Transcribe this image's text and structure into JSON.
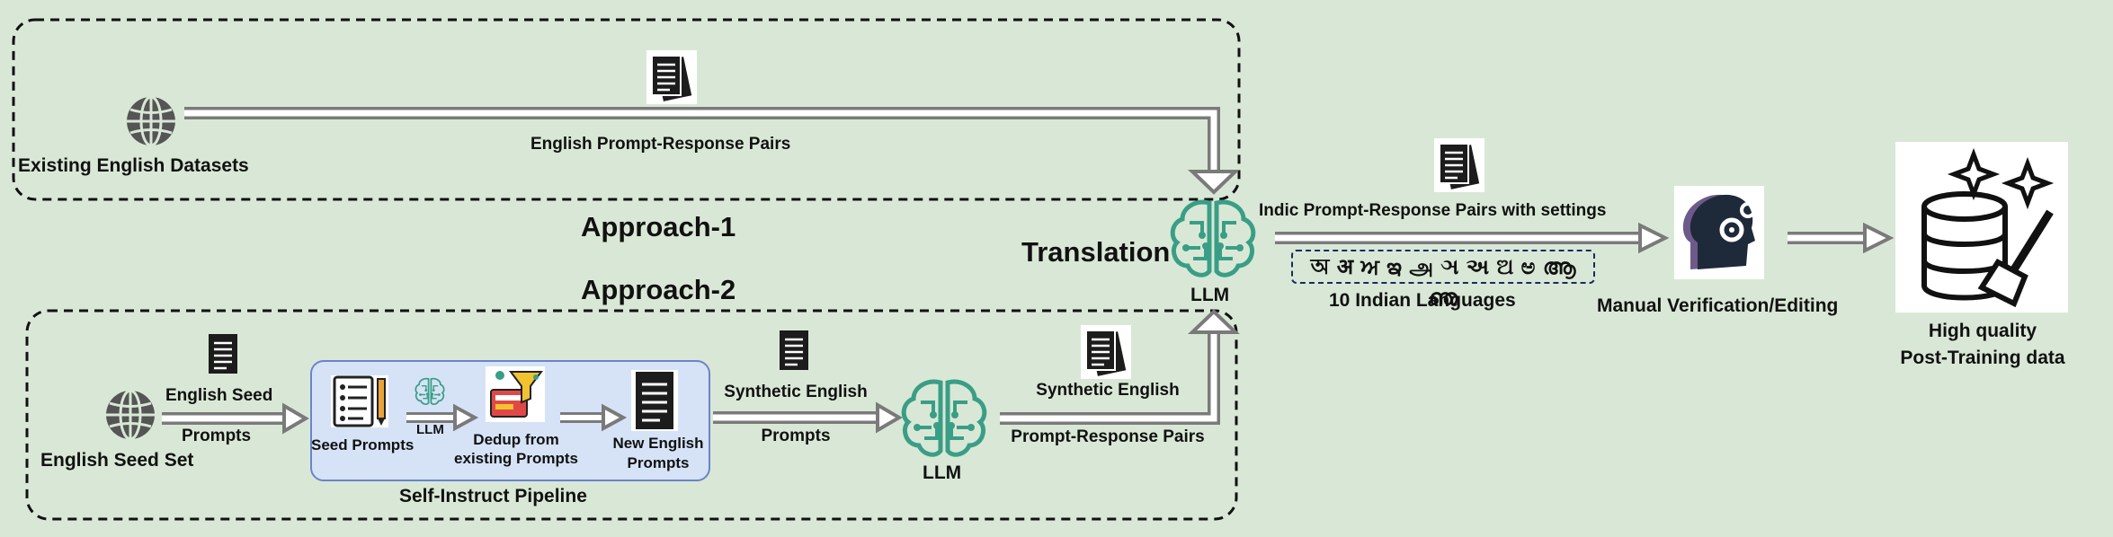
{
  "approach1": {
    "title": "Approach-1",
    "source_label": "Existing English Datasets",
    "pairs_label": "English Prompt-Response Pairs"
  },
  "approach2": {
    "title": "Approach-2",
    "source_label": "English Seed Set",
    "seed_label_line1": "English Seed",
    "seed_label_line2": "Prompts",
    "pipeline": {
      "title": "Self-Instruct Pipeline",
      "seed_prompts": "Seed Prompts",
      "llm_small": "LLM",
      "dedup_line1": "Dedup from",
      "dedup_line2": "existing Prompts",
      "new_line1": "New English",
      "new_line2": "Prompts"
    },
    "synthetic_prompts_line1": "Synthetic English",
    "synthetic_prompts_line2": "Prompts",
    "llm_label": "LLM",
    "synthetic_pairs_line1": "Synthetic English",
    "synthetic_pairs_line2": "Prompt-Response Pairs"
  },
  "translation": {
    "title": "Translation",
    "llm_label": "LLM",
    "output_label": "Indic Prompt-Response Pairs with settings",
    "scripts": "অ अ ਅ ఇ அ ઞ અ ଅ ಅ ആ ഞ",
    "languages_label": "10 Indian Languages"
  },
  "verification": {
    "label": "Manual Verification/Editing"
  },
  "output": {
    "line1": "High quality",
    "line2": "Post-Training data"
  },
  "colors": {
    "background": "#d9e8d6",
    "llm": "#3a9e86",
    "arrow": "#7a7a7a",
    "pipeline_fill": "#d6e3f7",
    "pipeline_border": "#6b84c9"
  }
}
